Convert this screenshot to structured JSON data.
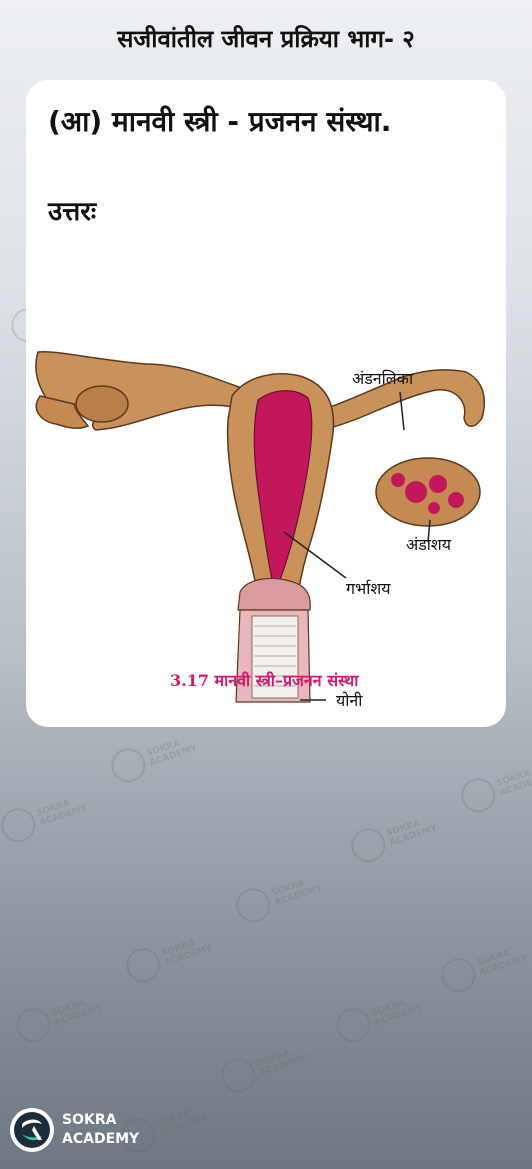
{
  "header": {
    "title": "सजीवांतील जीवन प्रक्रिया भाग- २"
  },
  "card": {
    "question": "(आ) मानवी स्त्री - प्रजनन संस्था.",
    "answer_label": "उत्तरः"
  },
  "diagram": {
    "labels": {
      "fallopian_tube": "अंडनलिका",
      "ovary": "अंडाशय",
      "uterus": "गर्भाशय",
      "vagina": "योनी"
    },
    "caption": "3.17  मानवी स्त्री–प्रजनन संस्था"
  },
  "brand": {
    "name_line1": "SOKRA",
    "name_line2": "ACADEMY"
  },
  "watermark": {
    "line1": "SOKRA",
    "line2": "ACADEMY"
  },
  "colors": {
    "caption": "#d6186f",
    "tissue": "#c9925a",
    "lining": "#c2185b"
  }
}
